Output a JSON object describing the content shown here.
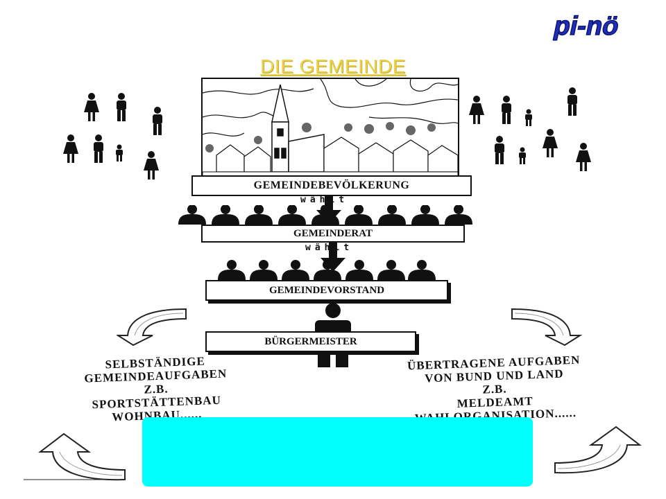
{
  "logo_text": "pi-nö",
  "title": "DIE GEMEINDE",
  "levels": [
    {
      "label": "GEMEINDEBEVÖLKERUNG"
    },
    {
      "label": "GEMEINDERAT"
    },
    {
      "label": "GEMEINDEVORSTAND"
    },
    {
      "label": "BÜRGERMEISTER"
    }
  ],
  "arrow_label_1": "wählt",
  "arrow_label_2": "wählt",
  "left_tasks": {
    "line1": "SELBSTÄNDIGE",
    "line2": "GEMEINDEAUFGABEN",
    "line3": "Z.B.",
    "line4": "SPORTSTÄTTENBAU",
    "line5": "WOHNBAU......"
  },
  "right_tasks": {
    "line1": "ÜBERTRAGENE AUFGABEN",
    "line2": "VON BUND UND LAND",
    "line3": "Z.B.",
    "line4": "MELDEAMT",
    "line5": "WAHLORGANISATION......"
  },
  "colors": {
    "title": "#e8d24a",
    "logo": "#1f2fb8",
    "highlight_box": "#00ffff"
  }
}
